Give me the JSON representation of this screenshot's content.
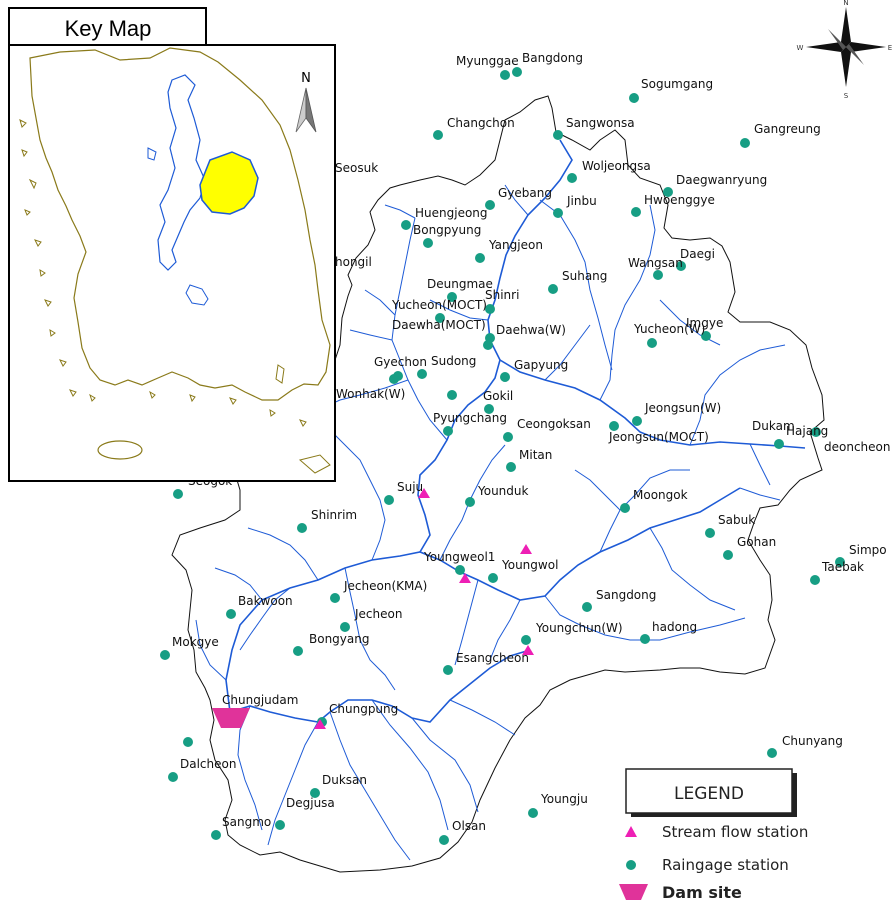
{
  "key_map": {
    "title": "Key Map",
    "north_label": "N"
  },
  "compass": {
    "n": "N",
    "s": "S",
    "e": "E",
    "w": "W"
  },
  "legend": {
    "title": "LEGEND",
    "stream_flow": "Stream flow station",
    "raingage": "Raingage station",
    "dam_site": "Dam site"
  },
  "colors": {
    "station": "#179e84",
    "stream": "#ee1fb5",
    "dam": "#e0339a",
    "river": "#1e5bd6",
    "coast": "#8a7a1a",
    "basin_fill": "#ffff00"
  },
  "labels": {
    "myunggae": "Myunggae",
    "bangdong": "Bangdong",
    "sogumgang": "Sogumgang",
    "changchon": "Changchon",
    "sangwonsa": "Sangwonsa",
    "gangreung": "Gangreung",
    "seosuk": "Seosuk",
    "woljeongsa": "Woljeongsa",
    "daegwanryung": "Daegwanryung",
    "gyebang": "Gyebang",
    "huengjeong": "Huengjeong",
    "jinbu": "Jinbu",
    "hwoenggye": "Hwoenggye",
    "bongpyung": "Bongpyung",
    "yangjeon": "Yangjeon",
    "daegi": "Daegi",
    "hongil": "hongil",
    "wangsan": "Wangsan",
    "deungmae": "Deungmae",
    "suhang": "Suhang",
    "shinri": "Shinri",
    "yucheon_moct": "Yucheon(MOCT)",
    "daewha_moct": "Daewha(MOCT)",
    "daehwa_w": "Daehwa(W)",
    "yucheon_w": "Yucheon(W)",
    "imgye": "Imgye",
    "gyechon": "Gyechon",
    "sudong": "Sudong",
    "gapyung": "Gapyung",
    "wonhak_w": "Wonhak(W)",
    "gokil": "Gokil",
    "jeongsun_w": "Jeongsun(W)",
    "pyungchang": "Pyungchang",
    "ceongoksan": "Ceongoksan",
    "jeongsun_moct": "Jeongsun(MOCT)",
    "dukam": "Dukam",
    "hajang": "Hajang",
    "deoncheon": "deoncheon",
    "mitan": "Mitan",
    "seogok": "Seogok",
    "suju": "Suju",
    "younduk": "Younduk",
    "moongok": "Moongok",
    "shinrim": "Shinrim",
    "sabuk": "Sabuk",
    "gohan": "Gohan",
    "simpo": "Simpo",
    "taebak": "Taebak",
    "youngweol1": "Youngweol1",
    "youngwol": "Youngwol",
    "jecheon_kma": "Jecheon(KMA)",
    "bakwoon": "Bakwoon",
    "sangdong": "Sangdong",
    "jecheon": "Jecheon",
    "youngchun_w": "Youngchun(W)",
    "hadong": "hadong",
    "mokgye": "Mokgye",
    "bongyang": "Bongyang",
    "esangcheon": "Esangcheon",
    "chungjudam": "Chungjudam",
    "chungpung": "Chungpung",
    "chunyang": "Chunyang",
    "dalcheon": "Dalcheon",
    "duksan": "Duksan",
    "degjusa": "Degjusa",
    "youngju": "Youngju",
    "sangmo": "Sangmo",
    "olsan": "Olsan"
  }
}
